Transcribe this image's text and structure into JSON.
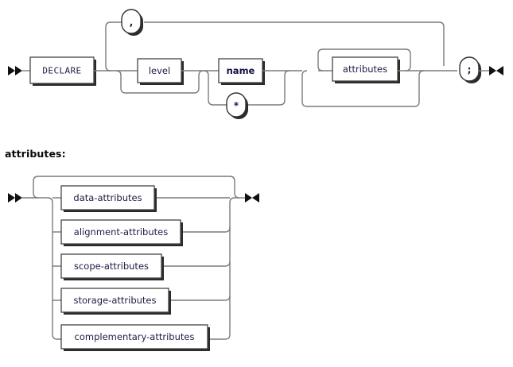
{
  "page": {
    "kind": "railroad-syntax-diagram",
    "background": "#ffffff",
    "line_color": "#7a7a7a",
    "box_stroke": "#444444",
    "text_color": "#1b1b44",
    "shadow_color": "#2a2a2a"
  },
  "diagrams": [
    {
      "id": "declare-statement",
      "title": "",
      "start_marker": "double-right-arrow",
      "end_marker": "bowtie-arrow",
      "nodes": {
        "declare": {
          "label": "DECLARE",
          "type": "terminal-box"
        },
        "level": {
          "label": "level",
          "type": "nonterminal-box",
          "optional": true
        },
        "name": {
          "label": "name",
          "type": "nonterminal-box"
        },
        "star": {
          "label": "*",
          "type": "terminal-oval"
        },
        "attributes": {
          "label": "attributes",
          "type": "nonterminal-box",
          "optional": true,
          "repeatable": true
        },
        "comma": {
          "label": ",",
          "type": "terminal-oval",
          "role": "repeat-separator"
        },
        "semicolon": {
          "label": ";",
          "type": "terminal-oval"
        }
      }
    },
    {
      "id": "attributes",
      "title": "attributes:",
      "start_marker": "double-right-arrow",
      "end_marker": "bowtie-arrow",
      "repeatable": true,
      "alternatives": [
        {
          "label": "data-attributes",
          "type": "nonterminal-box"
        },
        {
          "label": "alignment-attributes",
          "type": "nonterminal-box"
        },
        {
          "label": "scope-attributes",
          "type": "nonterminal-box"
        },
        {
          "label": "storage-attributes",
          "type": "nonterminal-box"
        },
        {
          "label": "complementary-attributes",
          "type": "nonterminal-box"
        }
      ]
    }
  ]
}
